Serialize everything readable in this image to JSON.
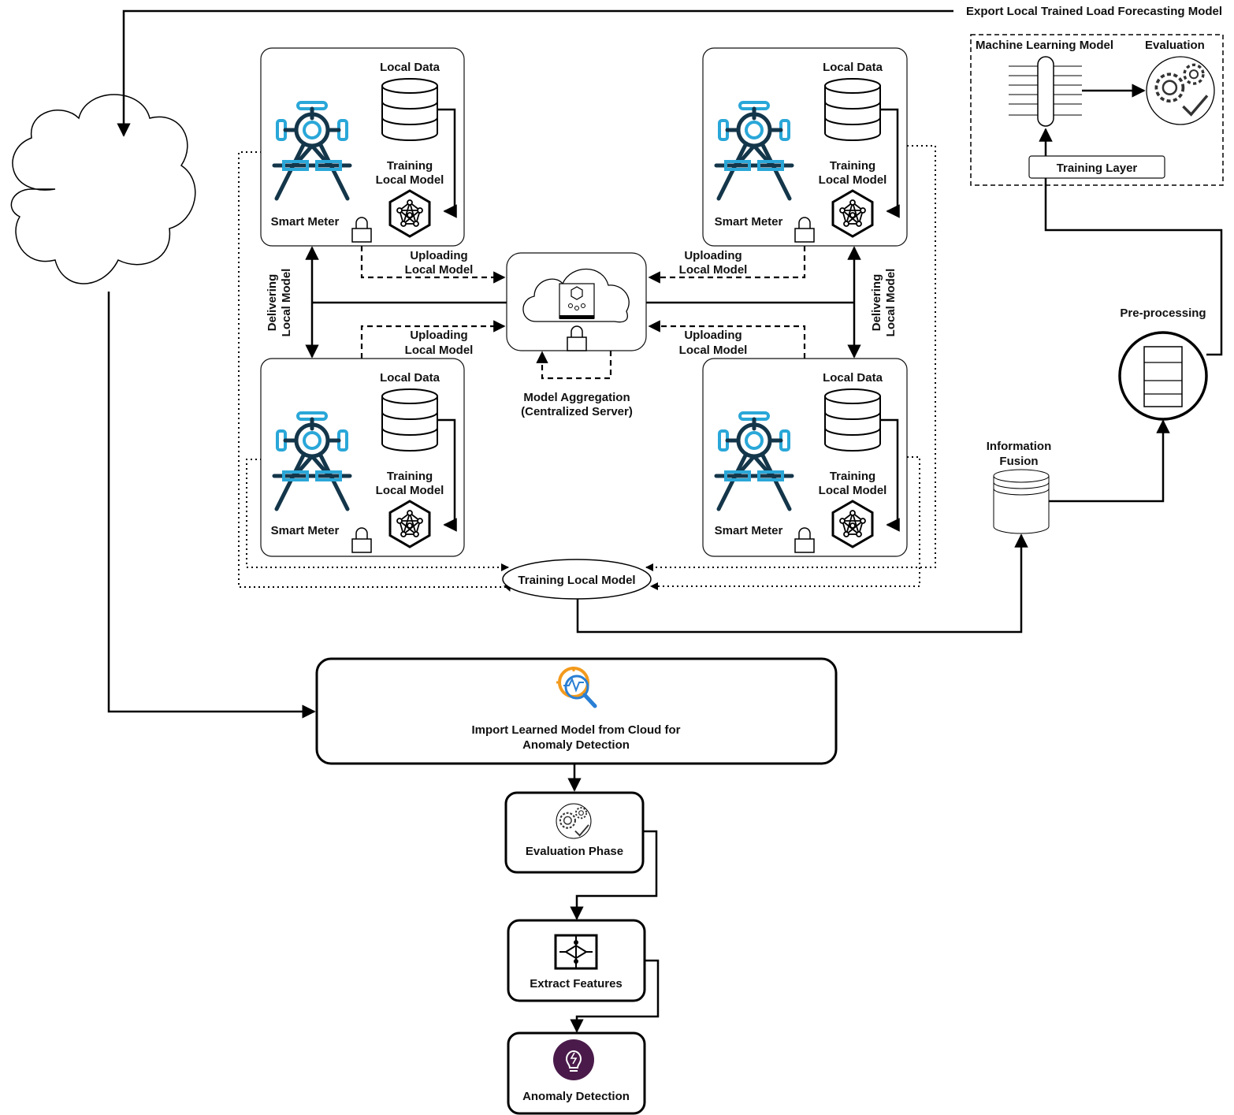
{
  "labels": {
    "export_model": "Export Local Trained Load Forecasting Model",
    "ml_model": "Machine Learning Model",
    "evaluation": "Evaluation",
    "training_layer": "Training Layer",
    "pre_processing": "Pre-processing",
    "info_fusion_1": "Information",
    "info_fusion_2": "Fusion",
    "local_data": "Local Data",
    "training_1": "Training",
    "training_2": "Local Model",
    "smart_meter": "Smart Meter",
    "uploading_1": "Uploading",
    "uploading_2": "Local Model",
    "delivering_1": "Delivering",
    "delivering_2": "Local Model",
    "aggregation_1": "Model Aggregation",
    "aggregation_2": "(Centralized Server)",
    "training_local_model": "Training Local Model",
    "import_1": "Import Learned Model from Cloud for",
    "import_2": "Anomaly Detection",
    "evaluation_phase": "Evaluation Phase",
    "extract_features": "Extract Features",
    "anomaly_detection": "Anomaly Detection"
  },
  "colors": {
    "icon_dark": "#14364a",
    "icon_blue": "#2aa7d8",
    "anomaly_circle": "#4a1b4a",
    "search_orange": "#f29a1d",
    "search_blue": "#2a7fd4"
  },
  "icons": [
    "smart-meter-icon",
    "database-icon",
    "neural-network-icon",
    "lock-icon",
    "cloud-icon",
    "server-icon",
    "gears-check-icon",
    "search-analytics-icon",
    "extract-features-icon",
    "lightbulb-icon"
  ]
}
